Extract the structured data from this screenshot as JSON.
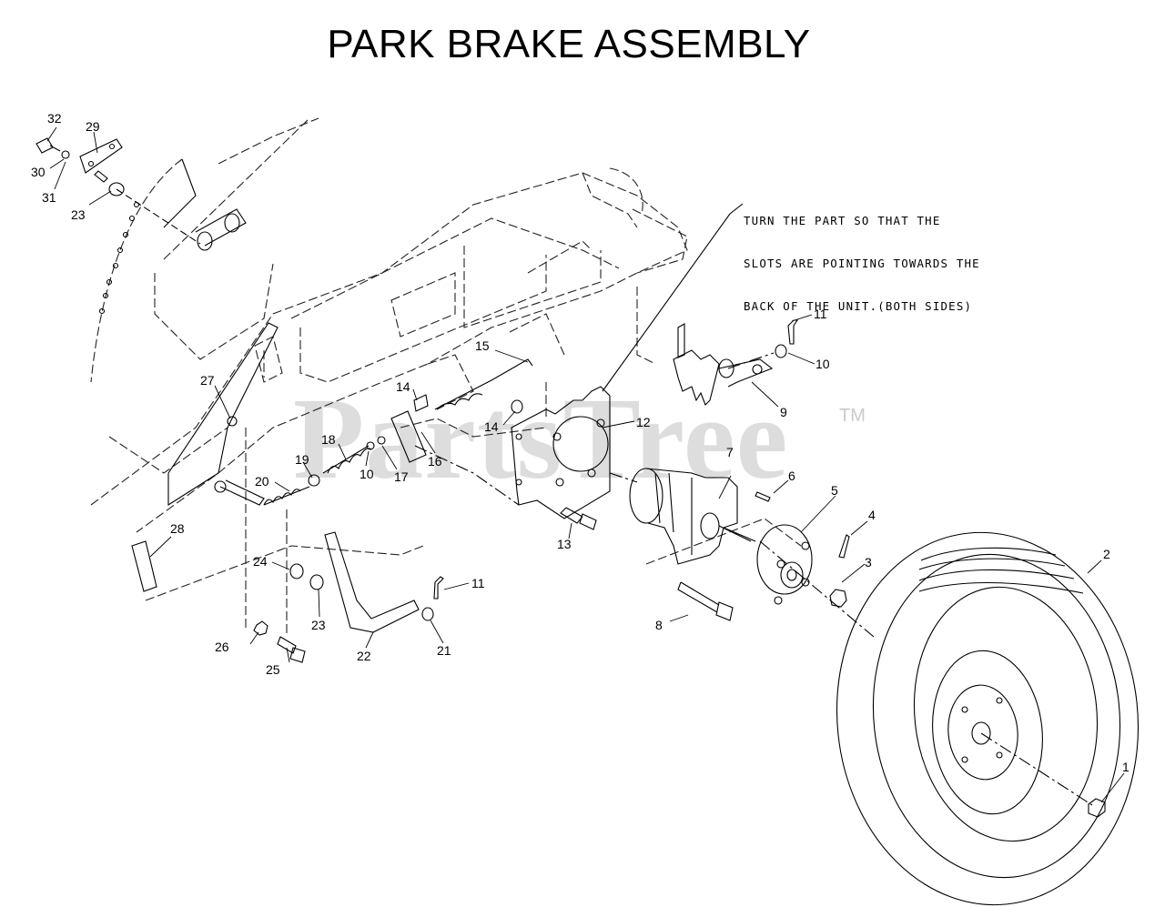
{
  "title": "PARK BRAKE ASSEMBLY",
  "note": {
    "line1": "TURN THE PART SO THAT THE",
    "line2": "SLOTS ARE POINTING TOWARDS THE",
    "line3": "BACK OF THE UNIT.(BOTH SIDES)"
  },
  "watermark": {
    "text": "PartsTree",
    "trademark": "TM"
  },
  "callouts": {
    "c1": "1",
    "c2": "2",
    "c3": "3",
    "c4": "4",
    "c5": "5",
    "c6": "6",
    "c7": "7",
    "c8": "8",
    "c9": "9",
    "c10a": "10",
    "c10b": "10",
    "c11a": "11",
    "c11b": "11",
    "c12": "12",
    "c13": "13",
    "c14a": "14",
    "c14b": "14",
    "c15": "15",
    "c16": "16",
    "c17": "17",
    "c18": "18",
    "c19": "19",
    "c20": "20",
    "c21": "21",
    "c22": "22",
    "c23a": "23",
    "c23b": "23",
    "c24": "24",
    "c25": "25",
    "c26": "26",
    "c27": "27",
    "c28": "28",
    "c29": "29",
    "c30": "30",
    "c31": "31",
    "c32": "32"
  }
}
